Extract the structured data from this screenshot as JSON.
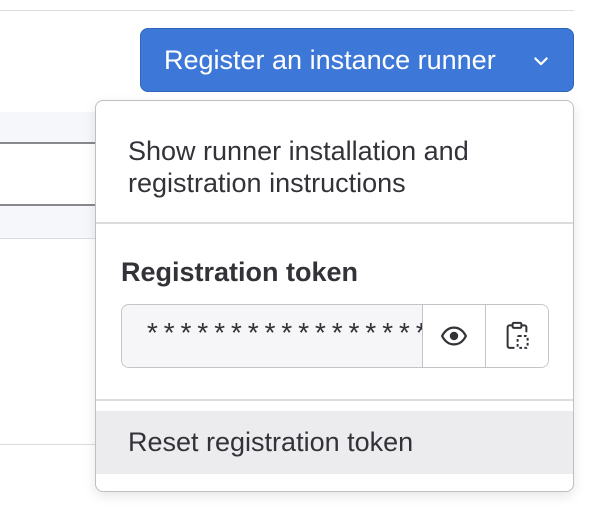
{
  "toggle": {
    "label": "Register an instance runner",
    "chevron_icon": "chevron-down-icon"
  },
  "menu": {
    "instructions_label": "Show runner installation and registration instructions",
    "token_heading": "Registration token",
    "token_value": "*********************",
    "reveal_icon": "eye-icon",
    "copy_icon": "copy-to-clipboard-icon",
    "reset_label": "Reset registration token"
  },
  "colors": {
    "primary": "#3d78d8",
    "text": "#333238",
    "border": "#c4c4c8",
    "hover_background": "#ececef"
  }
}
